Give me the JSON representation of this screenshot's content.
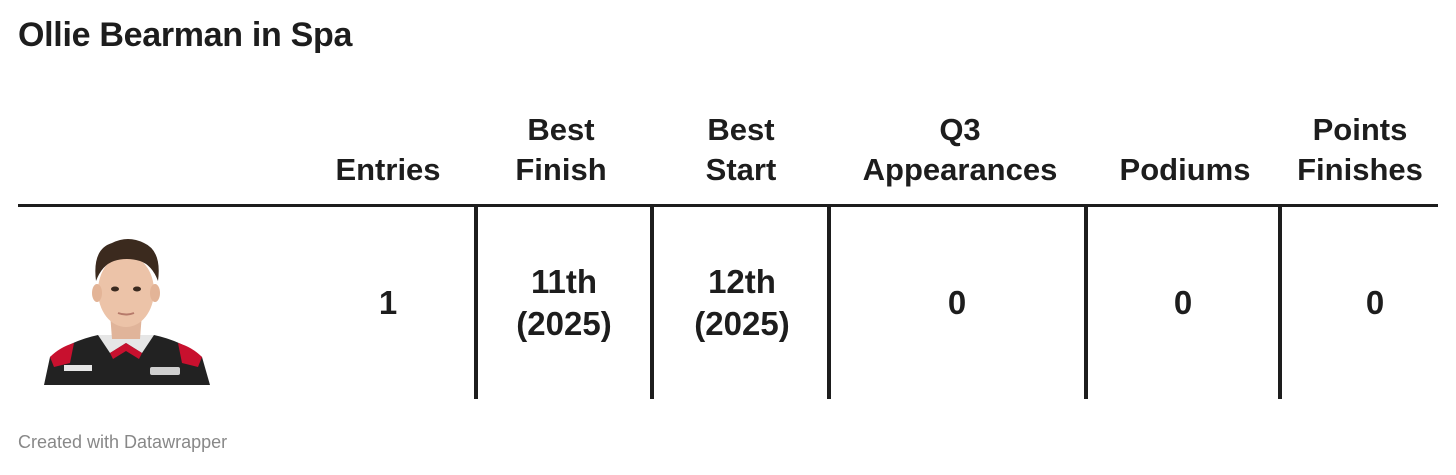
{
  "title": "Ollie Bearman in Spa",
  "columns": [
    {
      "label": ""
    },
    {
      "label": "Entries"
    },
    {
      "label": "Best\nFinish"
    },
    {
      "label": "Best\nStart"
    },
    {
      "label": "Q3\nAppearances"
    },
    {
      "label": "Podiums"
    },
    {
      "label": "Points\nFinishes"
    }
  ],
  "row": {
    "photo_icon": "driver-portrait",
    "entries": "1",
    "best_finish": "11th\n(2025)",
    "best_start": "12th\n(2025)",
    "q3_appearances": "0",
    "podiums": "0",
    "points_finishes": "0"
  },
  "footer": "Created with Datawrapper"
}
